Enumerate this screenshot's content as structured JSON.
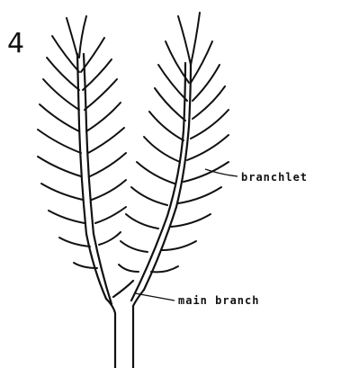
{
  "figure": {
    "number": "4",
    "labels": {
      "branchlet": "branchlet",
      "main_branch": "main branch"
    },
    "ink_color": "#111111"
  }
}
